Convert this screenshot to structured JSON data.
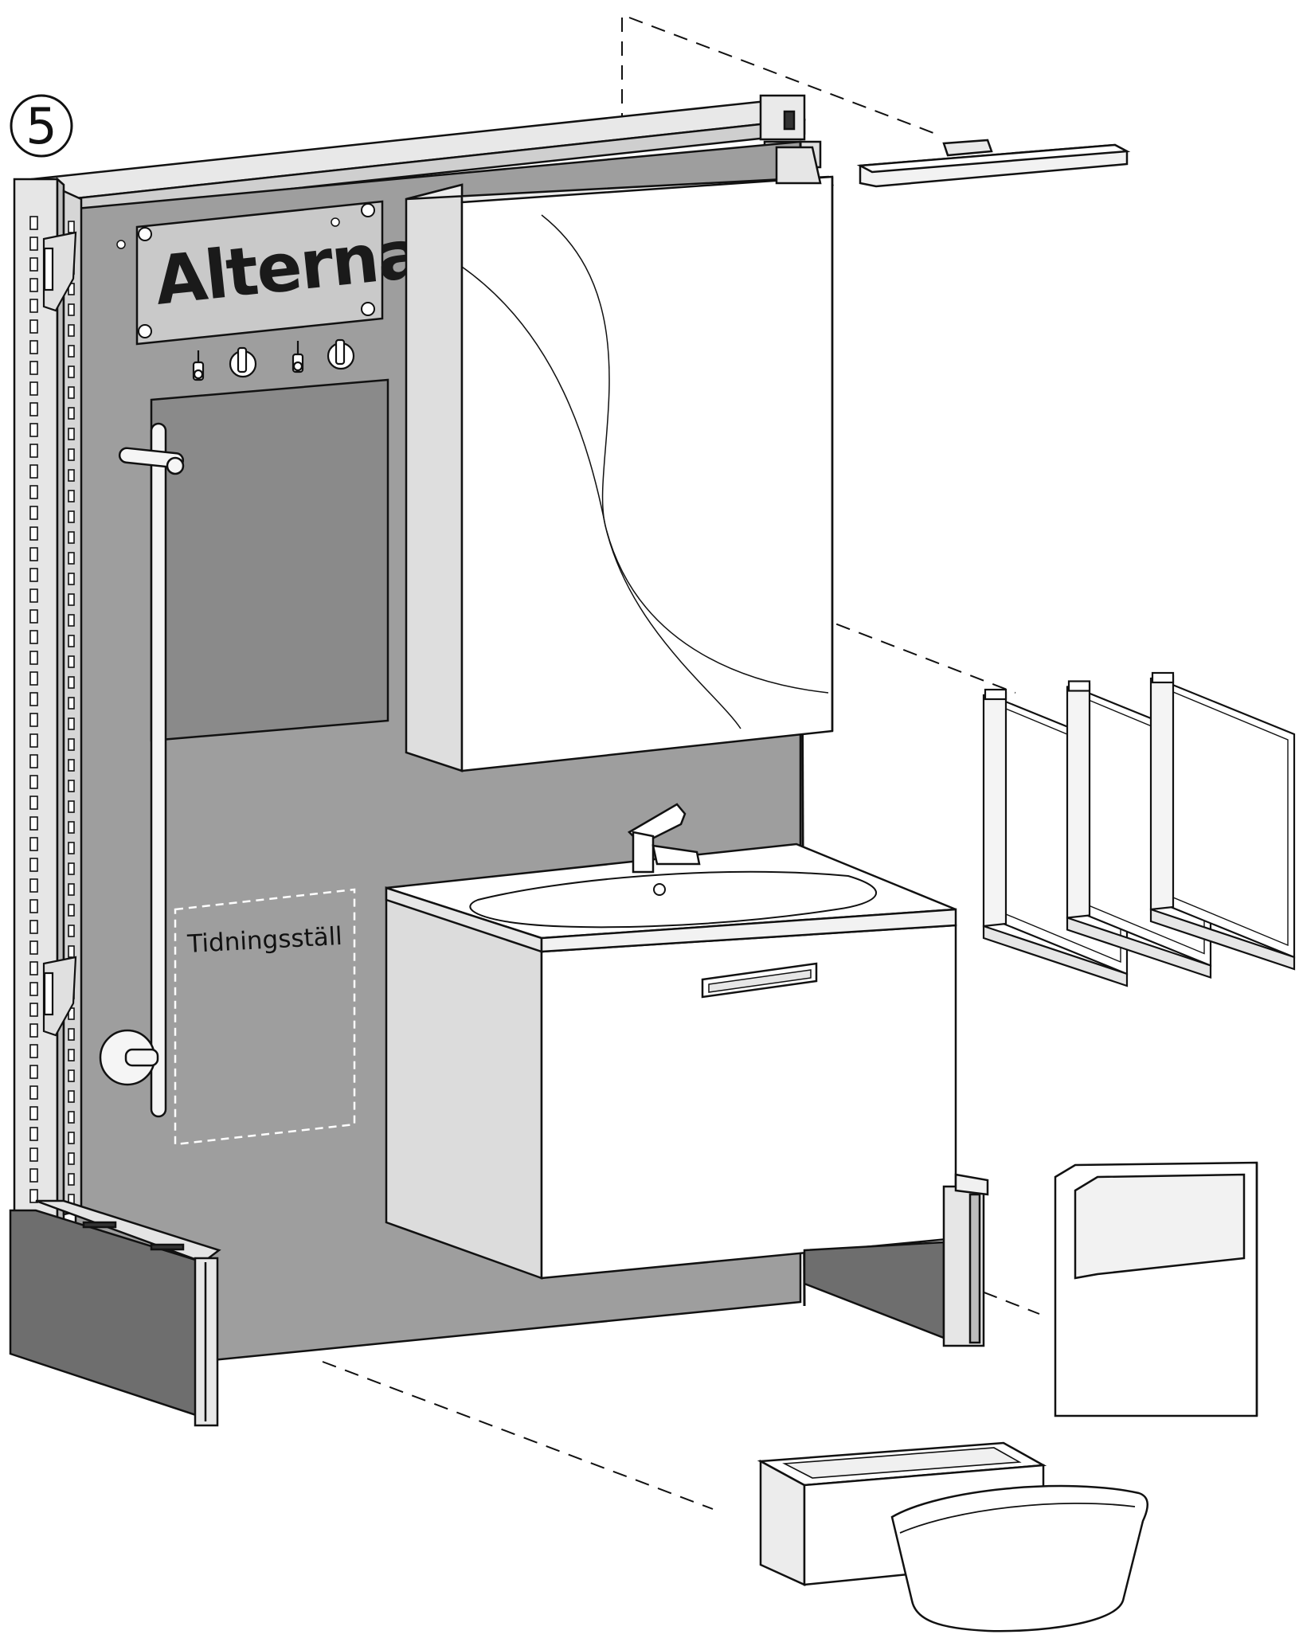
{
  "step": {
    "number": "5"
  },
  "logo": {
    "text": "Alterna"
  },
  "callout": {
    "text": "Tidningsställ"
  },
  "colors": {
    "panel": "#9e9e9e",
    "panel_dark": "#6e6e6e",
    "rail": "#e6e6e6",
    "line": "#111111",
    "white": "#ffffff",
    "cabinet_side": "#dcdcdc"
  }
}
